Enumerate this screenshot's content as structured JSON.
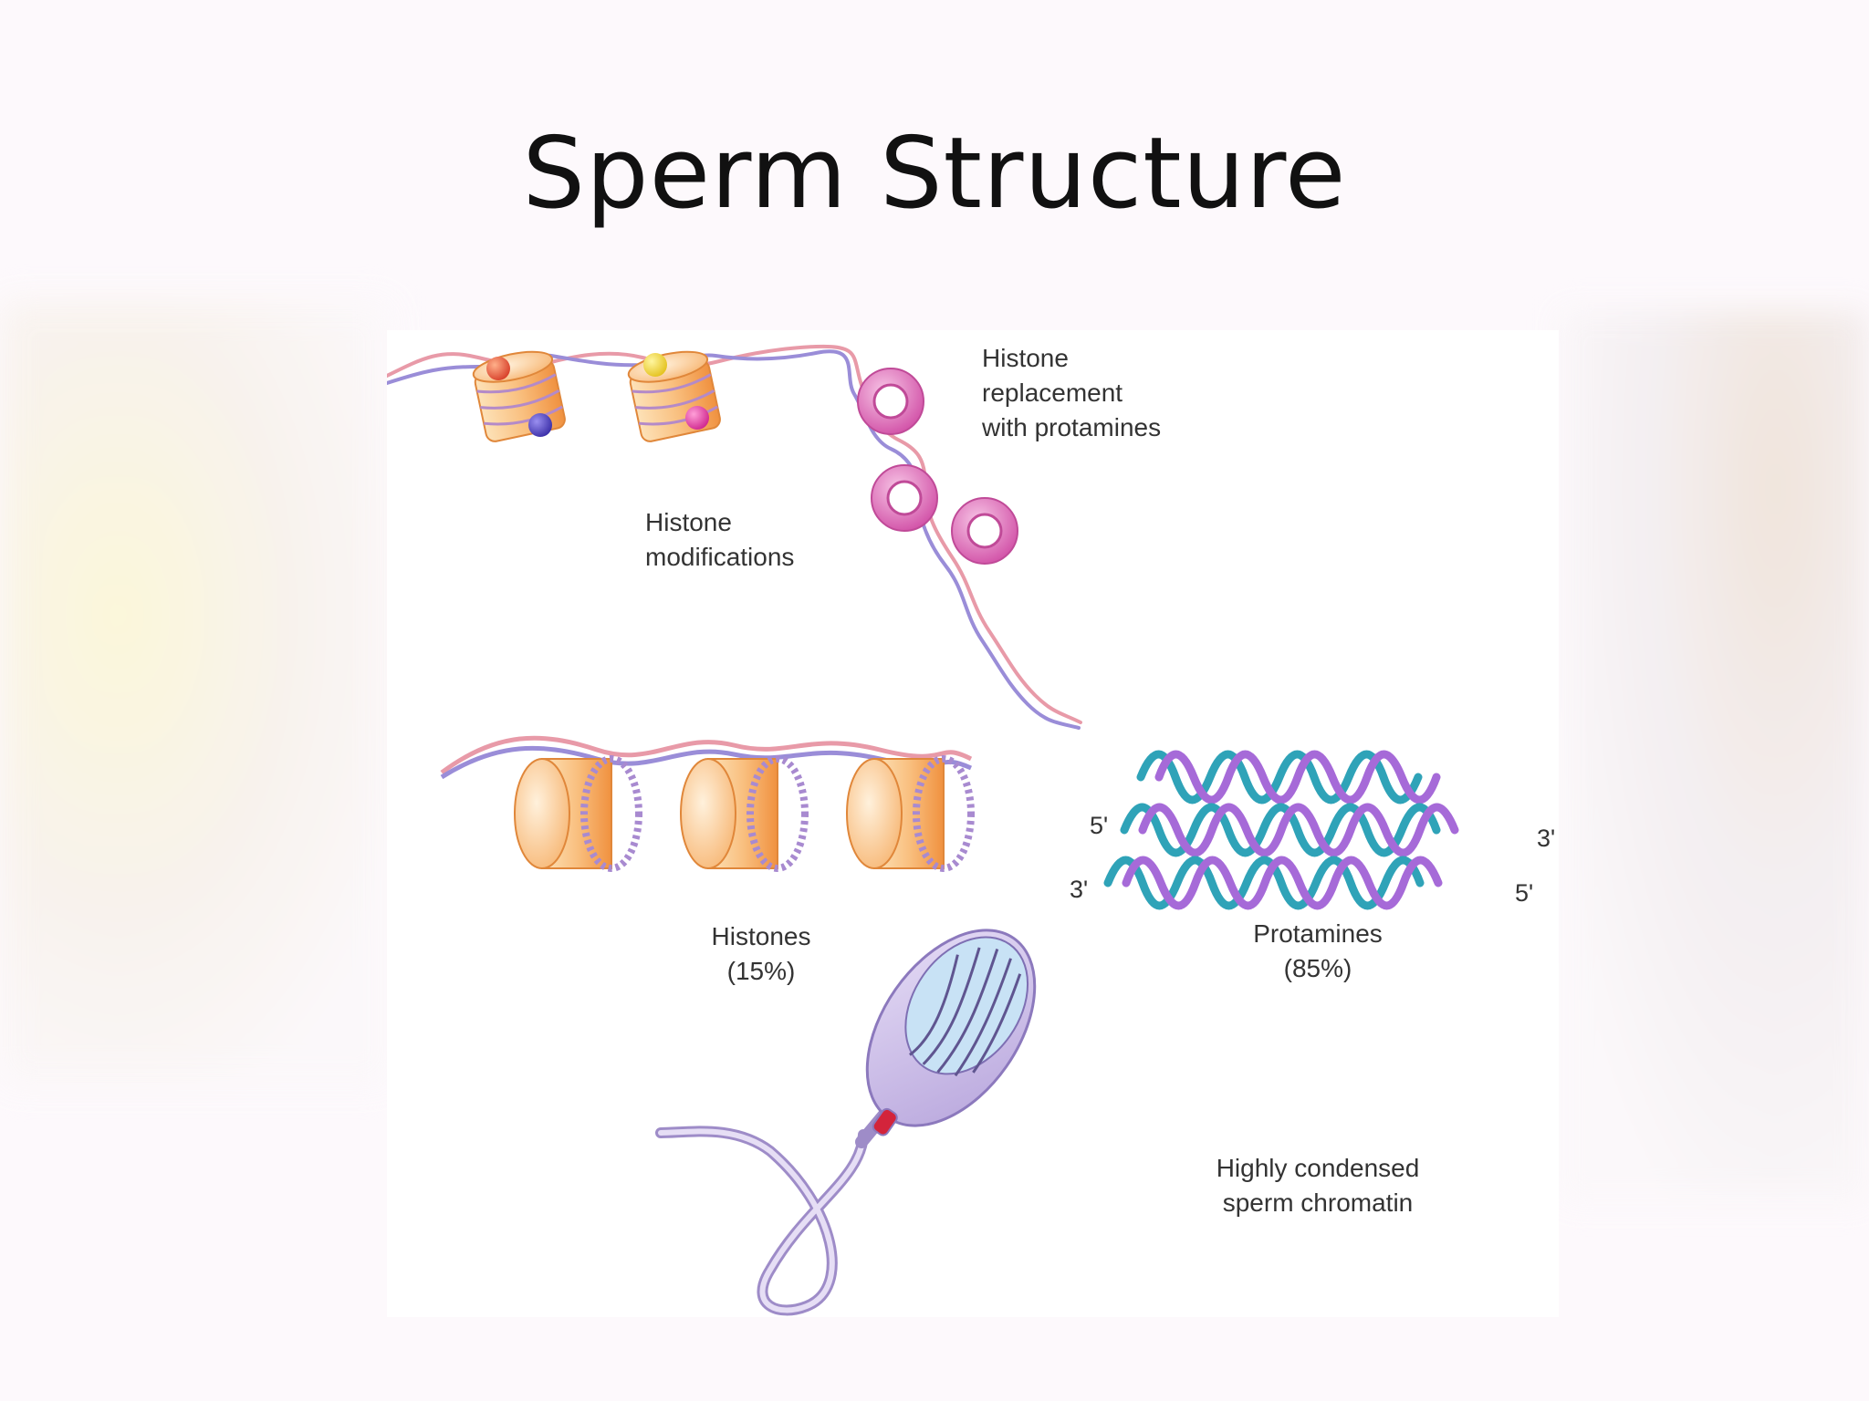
{
  "slide": {
    "title": "Sperm Structure"
  },
  "figure": {
    "labels": {
      "histone_replacement": [
        "Histone",
        "replacement",
        "with protamines"
      ],
      "histone_modifications": [
        "Histone",
        "modifications"
      ],
      "histones": [
        "Histones",
        "(15%)"
      ],
      "protamines": [
        "Protamines",
        "(85%)"
      ],
      "condensed": [
        "Highly condensed",
        "sperm chromatin"
      ],
      "strand_ends": {
        "left_top": "5'",
        "left_bottom": "3'",
        "right_top": "3'",
        "right_bottom": "5'"
      }
    }
  },
  "colors": {
    "histone_orange": "#f6a55c",
    "protamine_pink": "#e06ab8",
    "helix_purple": "#a66ad8",
    "helix_teal": "#2fa3b8",
    "sperm_lilac": "#cbbde8"
  }
}
